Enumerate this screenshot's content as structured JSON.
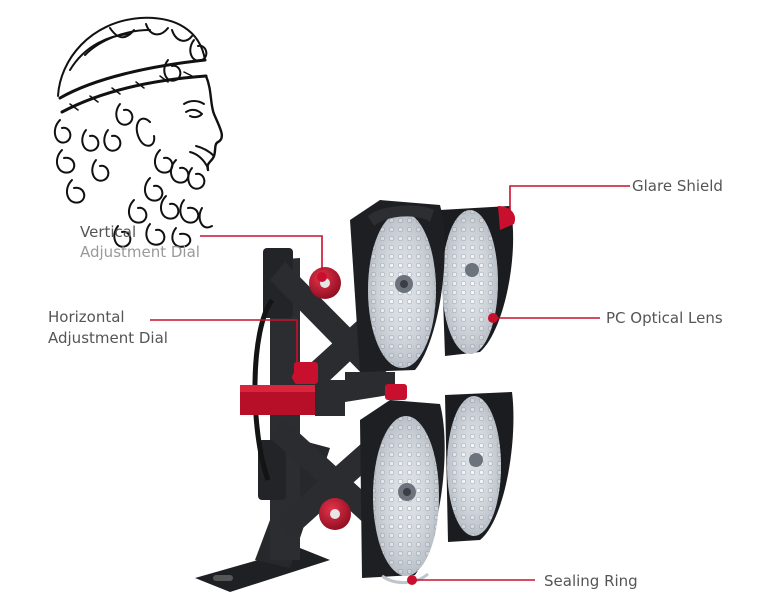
{
  "labels": {
    "glare_shield": "Glare Shield",
    "vertical_dial_line1": "Vertical",
    "vertical_dial_line2": "Adjustment Dial",
    "pc_optical_lens": "PC Optical Lens",
    "horizontal_dial_line1": "Horizontal",
    "horizontal_dial_line2": "Adjustment Dial",
    "sealing_ring": "Sealing Ring"
  },
  "colors": {
    "accent_red": "#c8102e",
    "housing": "#1f2023",
    "lens": "#cfd6de",
    "text": "#555555"
  },
  "icons": {
    "portrait": "bearded-greek-head-sketch"
  }
}
